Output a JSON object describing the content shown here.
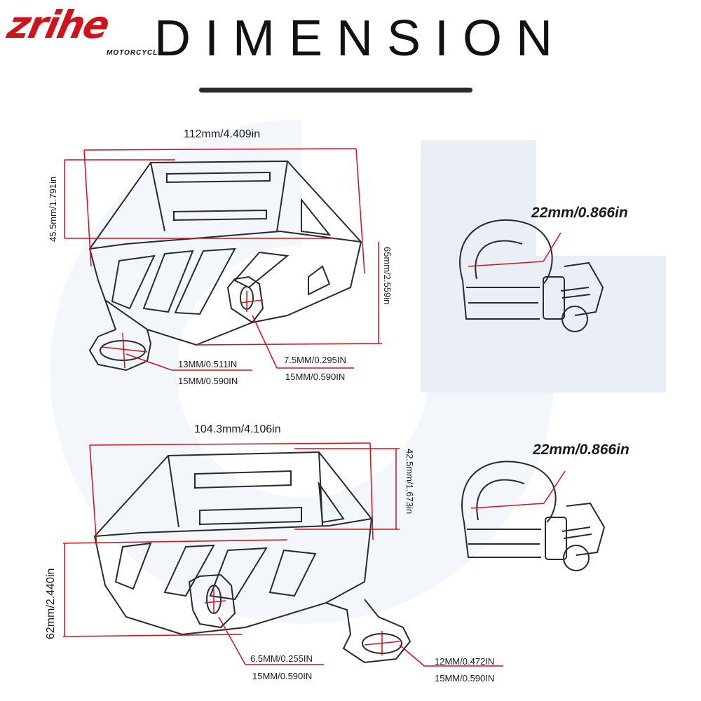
{
  "brand": {
    "name": "zrihe",
    "sub": "MOTORCYCLE"
  },
  "title": "DIMENSION",
  "colors": {
    "accent": "#d0121b",
    "line": "#2a2a2a",
    "watermark": "#e8edf6"
  },
  "top": {
    "width": "112mm/4.409in",
    "height_left": "45.5mm/1.791in",
    "height_right": "65mm/2.559in",
    "hole_left_a": "13MM/0.511IN",
    "hole_left_b": "15MM/0.590IN",
    "hole_mid_a": "7.5MM/0.295IN",
    "hole_mid_b": "15MM/0.590IN",
    "clamp": "22mm/0.866in"
  },
  "bottom": {
    "width": "104.3mm/4.106in",
    "height_right": "42.5mm/1.673in",
    "height_left": "62mm/2.440in",
    "hole_mid_a": "6.5MM/0.255IN",
    "hole_mid_b": "15MM/0.590IN",
    "hole_right_a": "12MM/0.472IN",
    "hole_right_b": "15MM/0.590IN",
    "clamp": "22mm/0.866in"
  }
}
